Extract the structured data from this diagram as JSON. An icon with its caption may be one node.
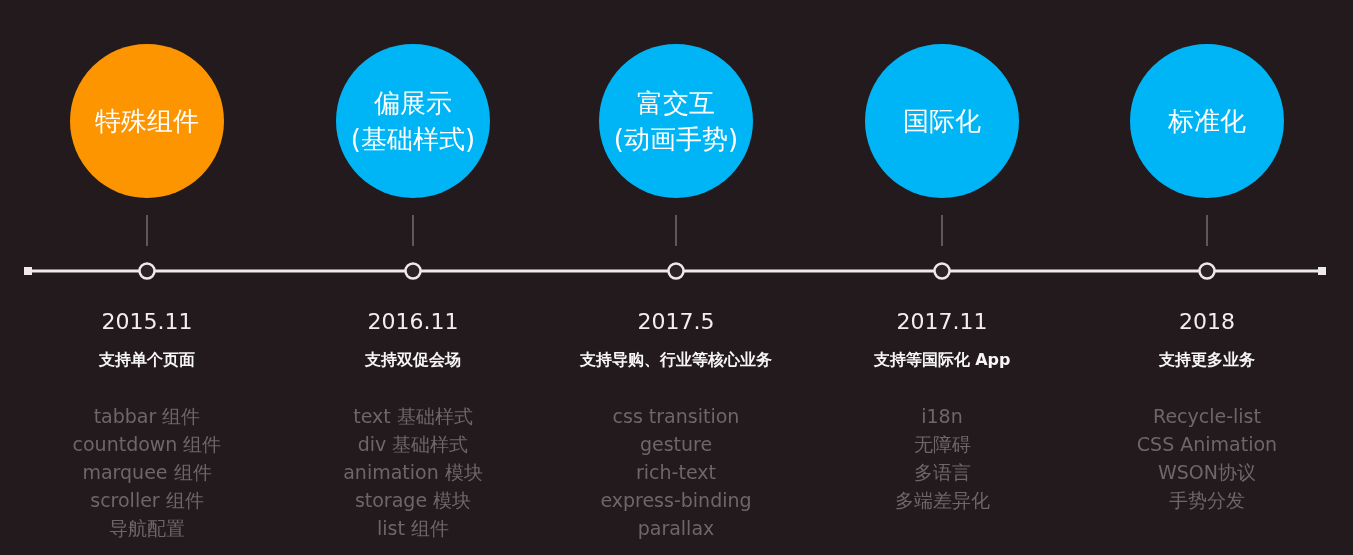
{
  "diagram": {
    "nodes": [
      {
        "text": [
          "特殊组件"
        ],
        "beside": [
          "2015.11",
          "支持单个页面",
          "tabbar 组件",
          "countdown 组件",
          "marquee 组件",
          "scroller 组件",
          "导航配置"
        ]
      },
      {
        "text": [
          "偏展示",
          "(基础样式)"
        ],
        "beside": [
          "2016.11",
          "支持双促会场",
          "text 基础样式",
          "div 基础样式",
          "animation 模块",
          "storage 模块",
          "list 组件"
        ]
      },
      {
        "text": [
          "富交互",
          "(动画手势)"
        ],
        "beside": [
          "2017.5",
          "支持导购、行业等核心业务",
          "css transition",
          "gesture",
          "rich-text",
          "express-binding",
          "parallax"
        ]
      },
      {
        "text": [
          "国际化"
        ],
        "beside": [
          "2017.11",
          "支持等国际化 App",
          "i18n",
          "无障碍",
          "多语言",
          "多端差异化"
        ]
      },
      {
        "text": [
          "标准化"
        ],
        "beside": [
          "2018",
          "支持更多业务",
          "Recycle-list",
          "CSS Animation",
          "WSON协议",
          "手势分发"
        ]
      }
    ]
  }
}
